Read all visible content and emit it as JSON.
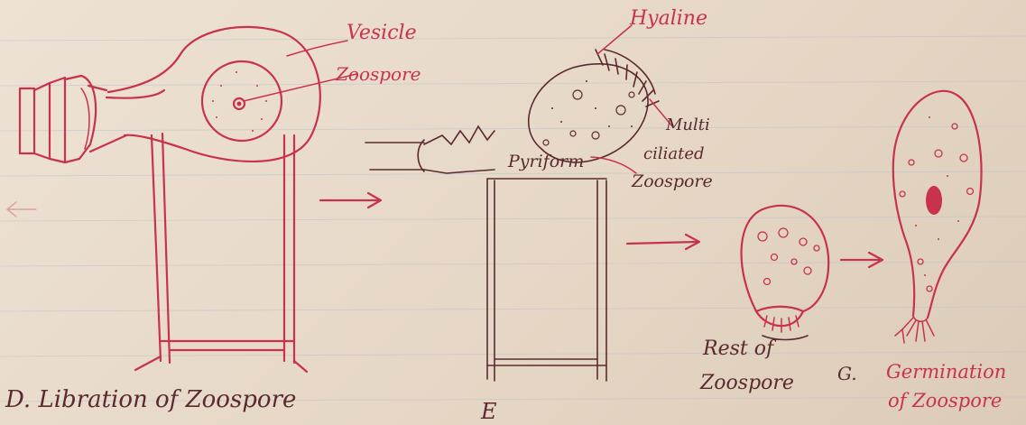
{
  "labels": {
    "vesicle": "Vesicle",
    "zoospore_d": "Zoospore",
    "hyaline": "Hyaline",
    "multi": "Multi",
    "ciliated": "ciliated",
    "zoospore_e": "Zoospore",
    "pyriform": "Pyriform",
    "caption_d": "D. Libration of Zoospore",
    "caption_e": "E",
    "rest_of": "Rest of",
    "zoospore_f": "Zoospore",
    "caption_g": "G.",
    "germination": "Germination",
    "of_zoospore": "of Zoospore"
  },
  "colors": {
    "ink": "#c8324c",
    "pencil": "#5a2a30",
    "paper": "#e9dccd"
  }
}
